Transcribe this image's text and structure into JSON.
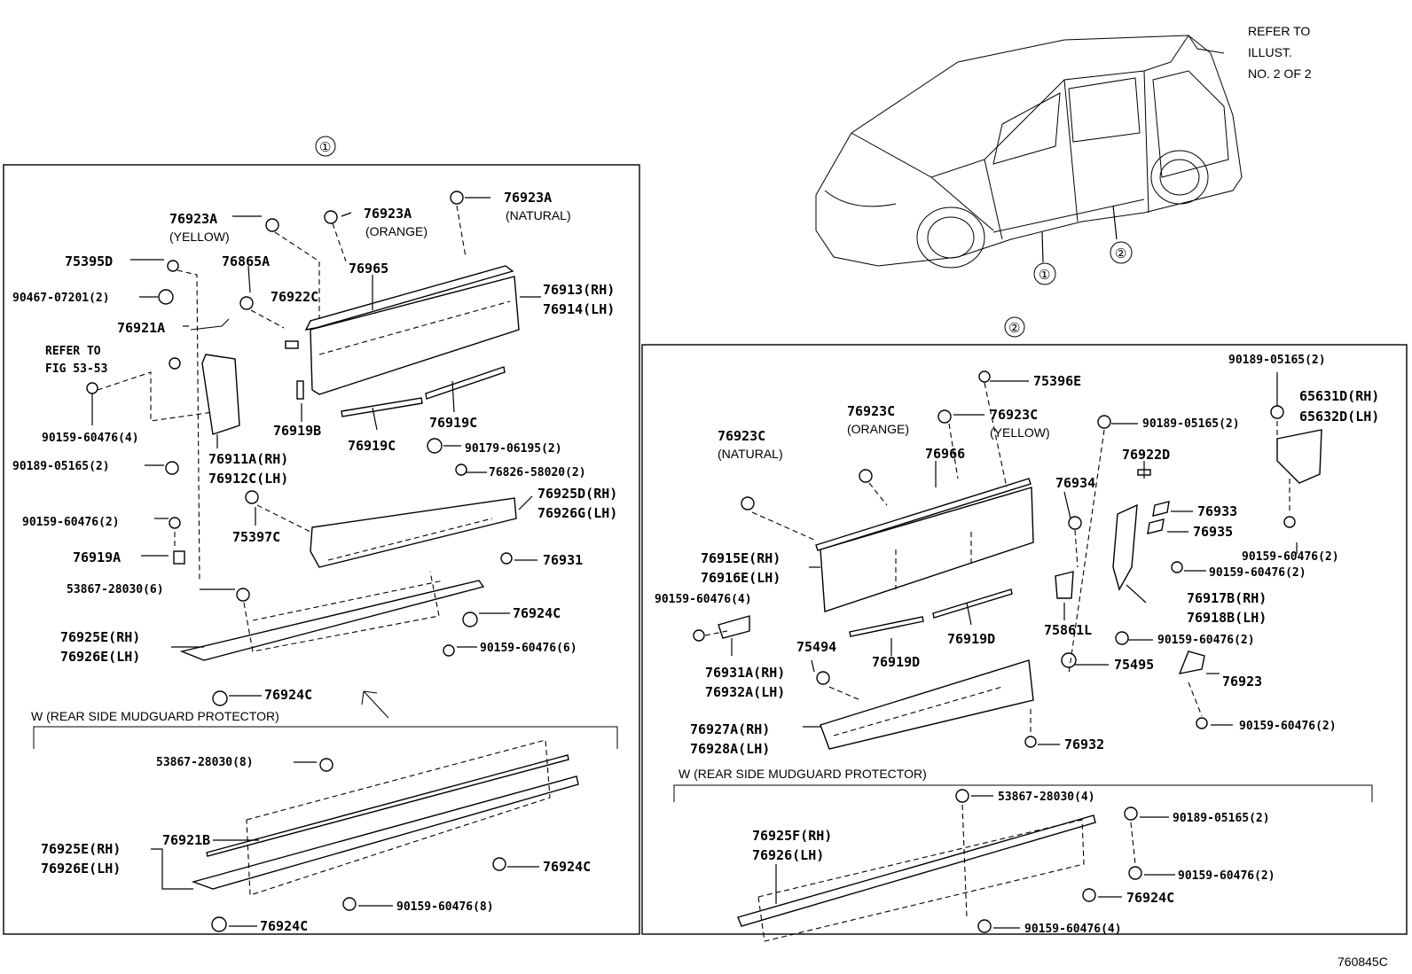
{
  "section_markers": {
    "one": "①",
    "two": "②"
  },
  "car_view": {
    "refer_note": [
      "REFER TO",
      "ILLUST.",
      "NO. 2 OF 2"
    ],
    "callout_1": "①",
    "callout_2": "②"
  },
  "panel_1": {
    "labels": {
      "p76923A_yellow": "76923A",
      "yellow": "(YELLOW)",
      "p76923A_orange": "76923A",
      "orange": "(ORANGE)",
      "p76923A_natural": "76923A",
      "natural": "(NATURAL)",
      "p75395D": "75395D",
      "p76865A": "76865A",
      "p76965": "76965",
      "p76913": "76913(RH)",
      "p76914": "76914(LH)",
      "p90467": "90467-07201(2)",
      "p76922C": "76922C",
      "p76921A": "76921A",
      "refer_fig_1": "REFER TO",
      "refer_fig_2": "FIG 53-53",
      "p90159_4": "90159-60476(4)",
      "p76911A": "76911A(RH)",
      "p76912C": "76912C(LH)",
      "p76919B": "76919B",
      "p76919C_a": "76919C",
      "p76919C_b": "76919C",
      "p90179": "90179-06195(2)",
      "p76826": "76826-58020(2)",
      "p90189_2": "90189-05165(2)",
      "p76925D": "76925D(RH)",
      "p76926G": "76926G(LH)",
      "p90159_2": "90159-60476(2)",
      "p75397C": "75397C",
      "p76919A": "76919A",
      "p76931": "76931",
      "p53867_6": "53867-28030(6)",
      "p76924C_a": "76924C",
      "p76925E_a": "76925E(RH)",
      "p76926E_a": "76926E(LH)",
      "p90159_6": "90159-60476(6)",
      "p76924C_b": "76924C",
      "w_note": "W (REAR SIDE MUDGUARD PROTECTOR)",
      "p53867_8": "53867-28030(8)",
      "p76921B": "76921B",
      "p76925E_b": "76925E(RH)",
      "p76926E_b": "76926E(LH)",
      "p76924C_c": "76924C",
      "p90159_8": "90159-60476(8)",
      "p76924C_d": "76924C"
    }
  },
  "panel_2": {
    "labels": {
      "p90189_top": "90189-05165(2)",
      "p75396E": "75396E",
      "p65631D": "65631D(RH)",
      "p65632D": "65632D(LH)",
      "p76923C_orange": "76923C",
      "orange": "(ORANGE)",
      "p76923C_yellow": "76923C",
      "yellow": "(YELLOW)",
      "p90189_mid": "90189-05165(2)",
      "p76923C_natural": "76923C",
      "natural": "(NATURAL)",
      "p76966": "76966",
      "p76934": "76934",
      "p76922D": "76922D",
      "p76933": "76933",
      "p76935": "76935",
      "p90159_2a": "90159-60476(2)",
      "p90159_2b": "90159-60476(2)",
      "p76915E": "76915E(RH)",
      "p76916E": "76916E(LH)",
      "p90159_4": "90159-60476(4)",
      "p76917B": "76917B(RH)",
      "p76918B": "76918B(LH)",
      "p75861L": "75861L",
      "p90159_2c": "90159-60476(2)",
      "p75494": "75494",
      "p76919D_a": "76919D",
      "p76919D_b": "76919D",
      "p75495": "75495",
      "p76931A": "76931A(RH)",
      "p76932A": "76932A(LH)",
      "p76923": "76923",
      "p90159_2d": "90159-60476(2)",
      "p76927A": "76927A(RH)",
      "p76928A": "76928A(LH)",
      "p76932": "76932",
      "w_note": "W (REAR SIDE MUDGUARD PROTECTOR)",
      "p53867_4": "53867-28030(4)",
      "p90189_w": "90189-05165(2)",
      "p76925F": "76925F(RH)",
      "p76926": "76926(LH)",
      "p90159_2e": "90159-60476(2)",
      "p76924C": "76924C",
      "p90159_4w": "90159-60476(4)"
    }
  },
  "figure_code": "760845C"
}
